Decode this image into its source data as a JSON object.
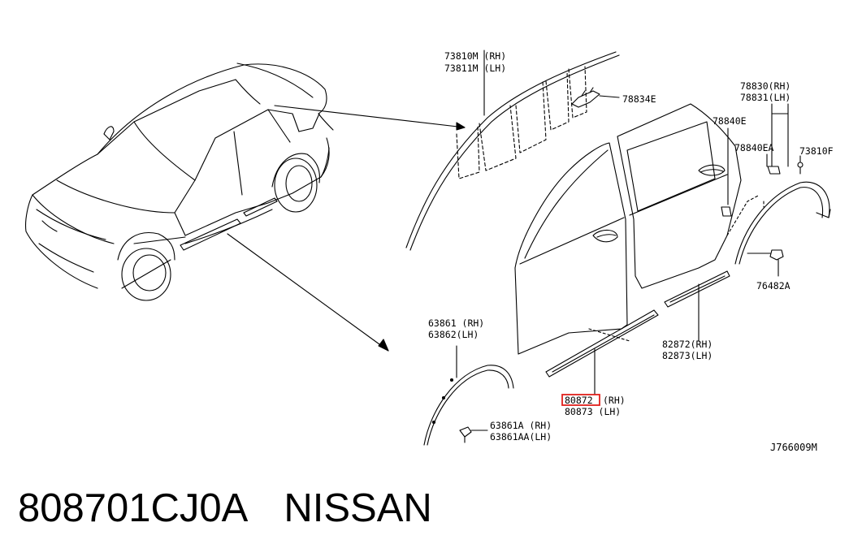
{
  "diagram": {
    "part_labels": {
      "p73810M": "73810M (RH)",
      "p73811M": "73811M (LH)",
      "p78834E": "78834E",
      "p78830": "78830(RH)",
      "p78831": "78831(LH)",
      "p78840E": "78840E",
      "p78840EA": "78840EA",
      "p73810F": "73810F",
      "p76482A": "76482A",
      "p63861": "63861 (RH)",
      "p63862": "63862(LH)",
      "p82872": "82872(RH)",
      "p82873": "82873(LH)",
      "p80872_num": "80872",
      "p80872_side": "(RH)",
      "p80873": "80873 (LH)",
      "p63861A": "63861A  (RH)",
      "p63861AA": "63861AA(LH)"
    },
    "reference": "J766009M",
    "highlight_color": "#e0201c"
  },
  "caption": {
    "part_number": "808701CJ0A",
    "brand": "NISSAN"
  }
}
